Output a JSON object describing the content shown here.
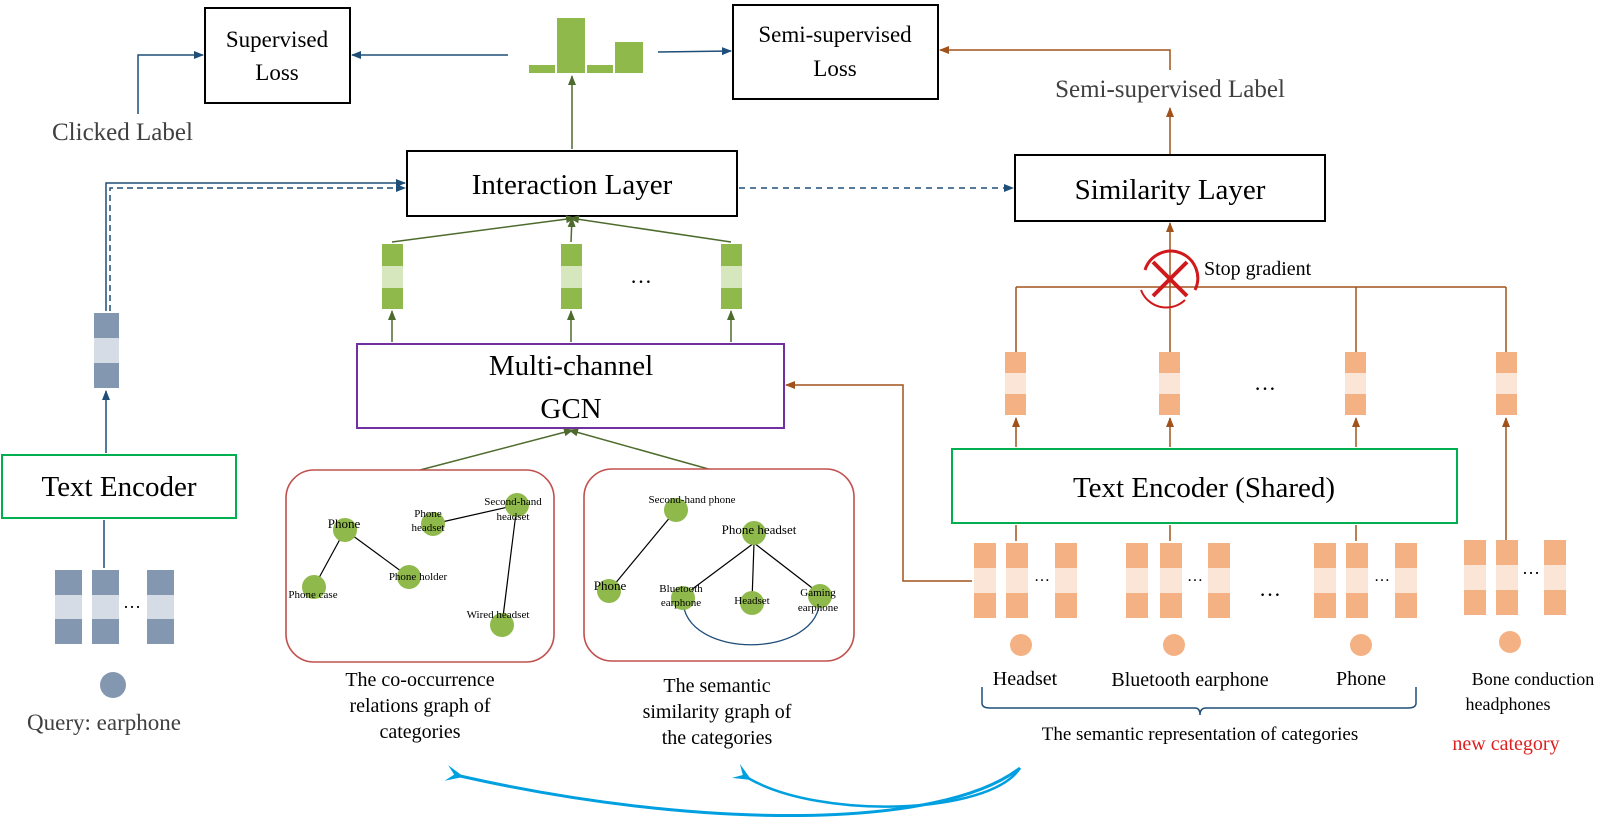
{
  "boxes": {
    "supervised_loss": [
      "Supervised",
      "Loss"
    ],
    "semi_supervised_loss": [
      "Semi-supervised",
      "Loss"
    ],
    "interaction_layer": "Interaction Layer",
    "similarity_layer": "Similarity Layer",
    "multi_channel_gcn": [
      "Multi-channel",
      "GCN"
    ],
    "text_encoder": "Text Encoder",
    "text_encoder_shared": "Text Encoder (Shared)"
  },
  "labels": {
    "clicked_label": "Clicked Label",
    "semi_supervised_label": "Semi-supervised Label",
    "stop_gradient": "Stop gradient",
    "query": "Query: earphone",
    "ellipsis": "…",
    "new_category": "new category",
    "semantic_representation": "The semantic representation of categories"
  },
  "categories": {
    "headset": "Headset",
    "bluetooth_earphone": "Bluetooth earphone",
    "phone": "Phone",
    "bone_conduction": [
      "Bone conduction",
      "headphones"
    ]
  },
  "graphs": {
    "cooccurrence": {
      "caption": [
        "The co-occurrence",
        "relations graph of",
        "categories"
      ],
      "nodes": {
        "phone": "Phone",
        "phone_case": "Phone case",
        "phone_headset": [
          "Phone",
          "headset"
        ],
        "phone_holder": "Phone holder",
        "second_hand_headset": [
          "Second-hand",
          "headset"
        ],
        "wired_headset": "Wired headset"
      }
    },
    "semantic": {
      "caption": [
        "The semantic",
        "similarity graph of",
        "the categories"
      ],
      "nodes": {
        "second_hand_phone": "Second-hand phone",
        "phone": "Phone",
        "phone_headset": "Phone headset",
        "bluetooth_earphone": [
          "Bluetooth",
          "earphone"
        ],
        "headset": "Headset",
        "gaming_earphone": [
          "Gaming",
          "earphone"
        ]
      }
    }
  },
  "colors": {
    "blue_arrow": "#1f4e79",
    "green_arrow": "#4e6b2e",
    "orange_arrow": "#a0521a",
    "green_block": "#8fb94b",
    "green_light": "#d6e6bd",
    "orange_block": "#f4b183",
    "orange_light": "#fbe5d6",
    "blue_block": "#8497b0",
    "blue_light": "#d6dce5",
    "node_green": "#8fb94b",
    "graph_border": "#c0504d",
    "gcn_border": "#7030a0",
    "encoder_border": "#00b050",
    "cyan_arrow": "#00a0e0",
    "red_text": "#e02020",
    "red_stop": "#d0191c"
  }
}
